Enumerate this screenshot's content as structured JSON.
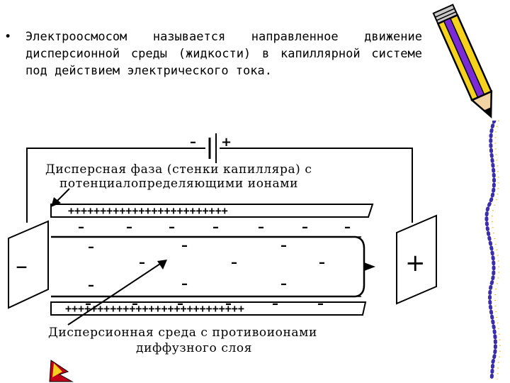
{
  "slide": {
    "bullet": "•",
    "text": "Электроосмосом называется направленное движение дисперсионной среды (жидкости) в капиллярной системе под действием электрического тока."
  },
  "diagram": {
    "battery": {
      "minus": "–",
      "plus": "+"
    },
    "top_label": [
      "Дисперсная фаза (стенки капилляра) с",
      "потенциалопределяющими ионами"
    ],
    "bottom_label": [
      "Дисперсионная среда с противоионами",
      "диффузного слоя"
    ],
    "top_wall_charges": "+++++++++++++++++++++++++",
    "bottom_wall_charges": "++++++++++++++++++++++++++++",
    "left_electrode_sign": "–",
    "right_electrode_sign": "+",
    "counter_ion_sign": "–"
  },
  "colors": {
    "pencil_body": "#f5d21e",
    "pencil_stripe": "#7a2bd6",
    "border_dots": "#3c2ea8",
    "ink": "#000000"
  }
}
